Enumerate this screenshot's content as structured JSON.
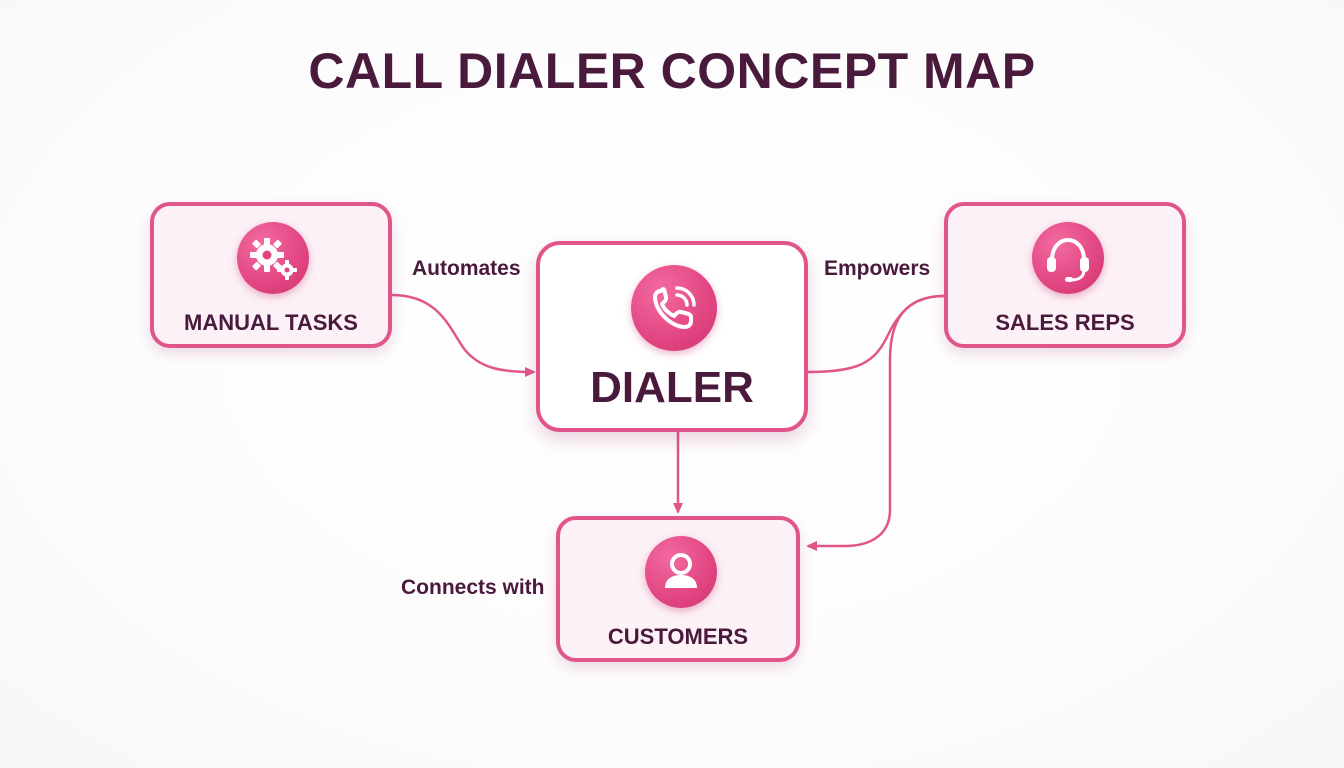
{
  "title": "CALL DIALER CONCEPT MAP",
  "accent_color": "#e0568a",
  "text_color": "#4a1a3d",
  "nodes": {
    "manual_tasks": {
      "label": "MANUAL TASKS",
      "icon": "gears-icon"
    },
    "dialer": {
      "label": "DIALER",
      "icon": "phone-ringing-icon"
    },
    "sales_reps": {
      "label": "SALES REPS",
      "icon": "headset-icon"
    },
    "customers": {
      "label": "CUSTOMERS",
      "icon": "user-icon"
    }
  },
  "edges": {
    "automates": {
      "label": "Automates",
      "from": "MANUAL TASKS",
      "to": "DIALER"
    },
    "empowers": {
      "label": "Empowers",
      "from": "DIALER",
      "to": "SALES REPS"
    },
    "connects_with": {
      "label": "Connects with",
      "from": "DIALER",
      "to": "CUSTOMERS"
    },
    "reps_to_customers": {
      "from": "SALES REPS",
      "to": "CUSTOMERS"
    }
  }
}
